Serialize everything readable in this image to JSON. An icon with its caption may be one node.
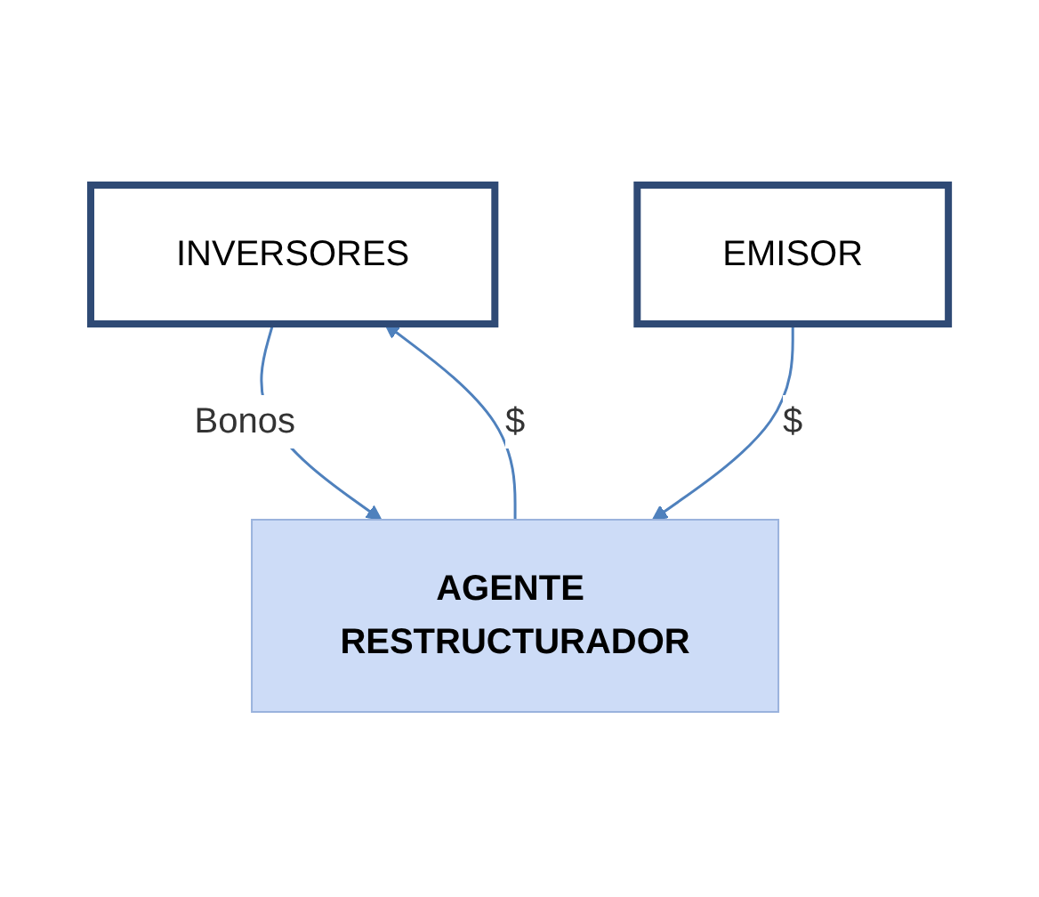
{
  "diagram": {
    "nodes": [
      {
        "text": [
          "INVERSORES"
        ]
      },
      {
        "text": [
          "AGENTE RESTRUCTURADOR"
        ]
      },
      {
        "text": [
          "EMISOR"
        ]
      }
    ],
    "edges": [
      {
        "from": 0,
        "to": 1,
        "arrow": "to",
        "label": "Bonos"
      },
      {
        "from": 1,
        "to": 0,
        "arrow": "to",
        "label": "$"
      },
      {
        "from": 2,
        "to": 1,
        "arrow": "to",
        "label": "$"
      }
    ]
  }
}
